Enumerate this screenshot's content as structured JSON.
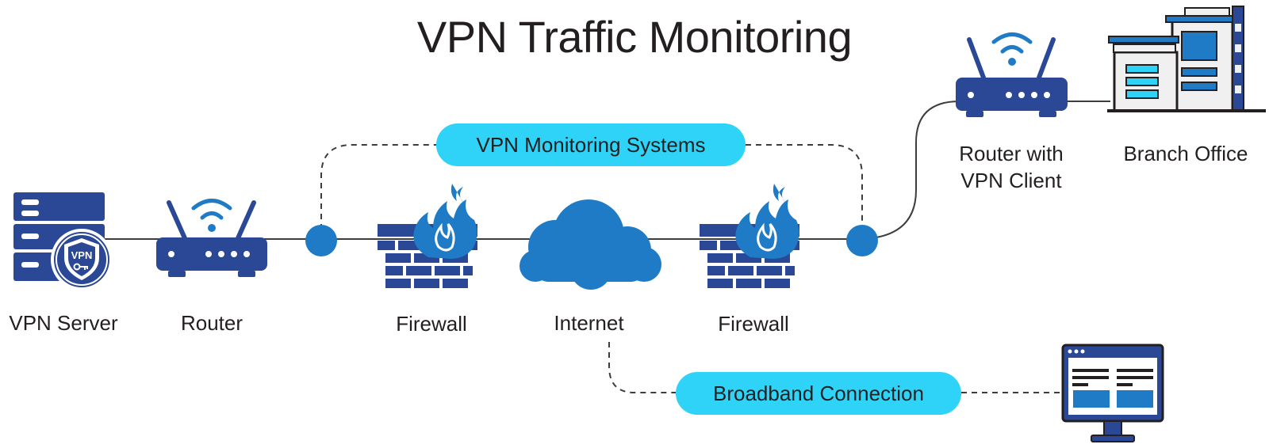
{
  "title": "VPN Traffic Monitoring",
  "pills": {
    "monitoring": "VPN Monitoring Systems",
    "broadband": "Broadband Connection"
  },
  "nodes": {
    "vpn_server": "VPN Server",
    "router": "Router",
    "firewall_left": "Firewall",
    "internet": "Internet",
    "firewall_right": "Firewall",
    "router_vpn_client_line1": "Router with",
    "router_vpn_client_line2": "VPN Client",
    "branch_office": "Branch Office"
  },
  "icons": {
    "vpn_badge_text": "VPN"
  },
  "colors": {
    "navy": "#2a4896",
    "blue": "#1f7bc6",
    "cyan": "#2ed3f7",
    "line": "#3d3d3d",
    "text": "#231f20"
  }
}
